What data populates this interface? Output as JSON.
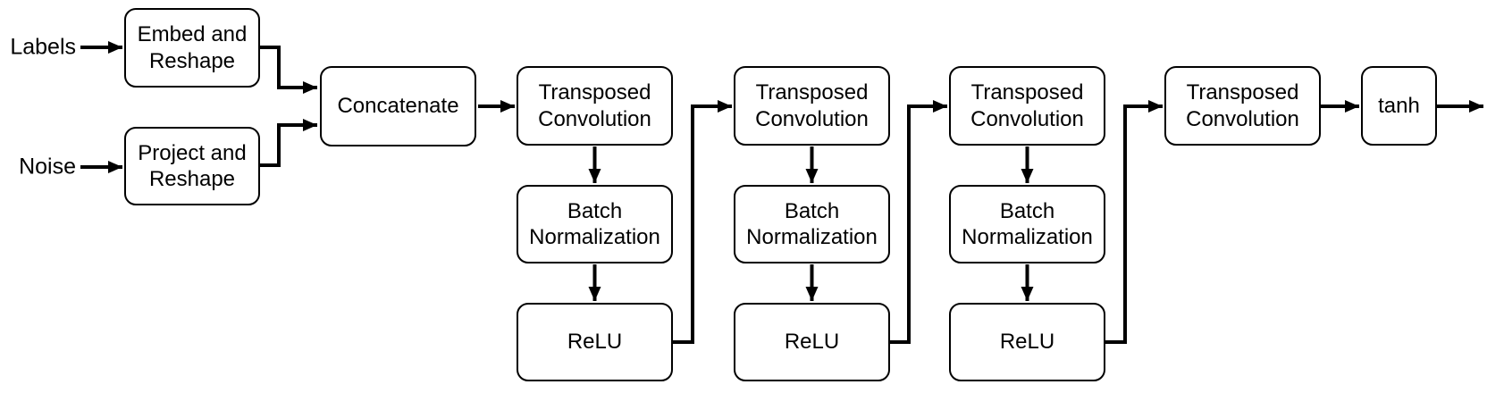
{
  "diagram_type": "flowchart",
  "colors": {
    "background": "#ffffff",
    "stroke": "#000000",
    "node_fill": "#ffffff",
    "text": "#000000"
  },
  "inputs": {
    "labels": "Labels",
    "noise": "Noise"
  },
  "nodes": {
    "embed": "Embed and Reshape",
    "project": "Project and Reshape",
    "concat": "Concatenate",
    "tc1": "Transposed Convolution",
    "bn1": "Batch Normalization",
    "relu1": "ReLU",
    "tc2": "Transposed Convolution",
    "bn2": "Batch Normalization",
    "relu2": "ReLU",
    "tc3": "Transposed Convolution",
    "bn3": "Batch Normalization",
    "relu3": "ReLU",
    "tc4": "Transposed Convolution",
    "tanh": "tanh"
  },
  "edges": [
    {
      "from": "Labels",
      "to": "Embed and Reshape"
    },
    {
      "from": "Noise",
      "to": "Project and Reshape"
    },
    {
      "from": "Embed and Reshape",
      "to": "Concatenate"
    },
    {
      "from": "Project and Reshape",
      "to": "Concatenate"
    },
    {
      "from": "Concatenate",
      "to": "Transposed Convolution 1"
    },
    {
      "from": "Transposed Convolution 1",
      "to": "Batch Normalization 1"
    },
    {
      "from": "Batch Normalization 1",
      "to": "ReLU 1"
    },
    {
      "from": "ReLU 1",
      "to": "Transposed Convolution 2"
    },
    {
      "from": "Transposed Convolution 2",
      "to": "Batch Normalization 2"
    },
    {
      "from": "Batch Normalization 2",
      "to": "ReLU 2"
    },
    {
      "from": "ReLU 2",
      "to": "Transposed Convolution 3"
    },
    {
      "from": "Transposed Convolution 3",
      "to": "Batch Normalization 3"
    },
    {
      "from": "Batch Normalization 3",
      "to": "ReLU 3"
    },
    {
      "from": "ReLU 3",
      "to": "Transposed Convolution 4"
    },
    {
      "from": "Transposed Convolution 4",
      "to": "tanh"
    },
    {
      "from": "tanh",
      "to": "output"
    }
  ]
}
